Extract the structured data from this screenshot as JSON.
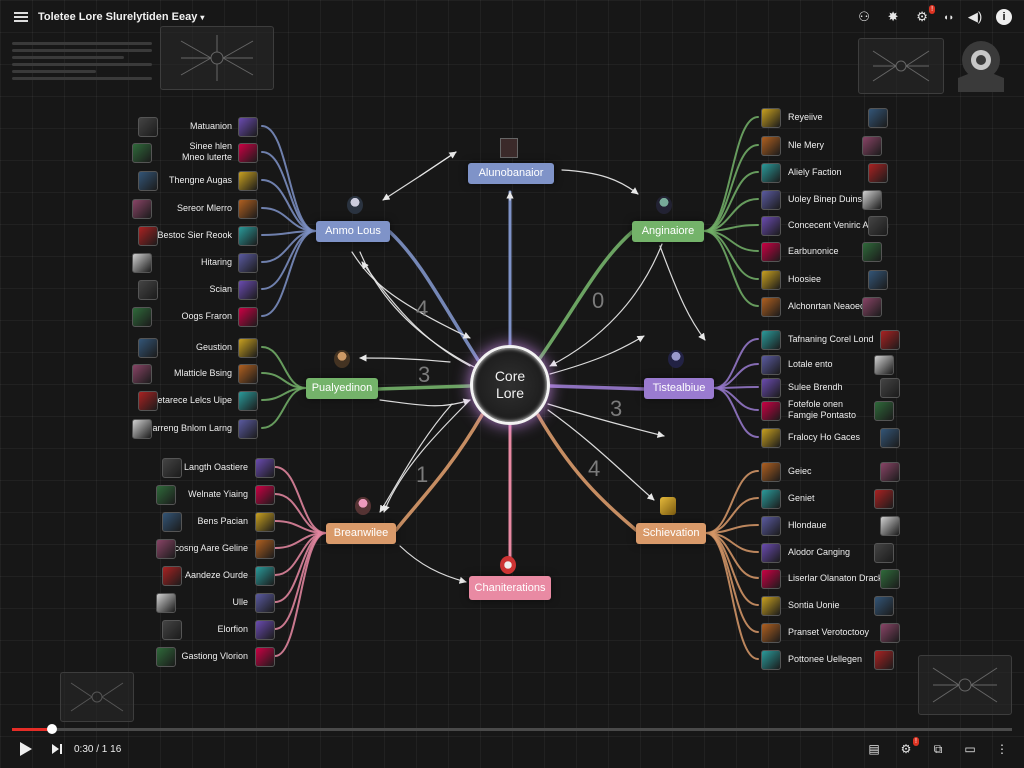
{
  "video": {
    "title": "Toletee Lore Slurelytiden Eeay",
    "elapsed": "0:30 / 1 16",
    "progress_fraction": 0.04
  },
  "core": {
    "line1": "Core",
    "line2": "Lore"
  },
  "hubs": {
    "top": "Alunobanaior",
    "left_upper": "Anmo Lous",
    "right_upper": "Anginaiore",
    "left_middle": "Pualyedinon",
    "right_middle": "Tistealbiue",
    "left_lower": "Breanwilee",
    "right_lower": "Schievation",
    "bottom": "Chaniterations"
  },
  "weights": [
    "4",
    "0",
    "3",
    "3",
    "1",
    "4"
  ],
  "leaves": {
    "left_upper": [
      "Matuanion",
      "Sinee hlen",
      "Mneo luterte",
      "Thengne Augas",
      "Sereor Mlerro",
      "Bestoc Sier Reook",
      "Hitaring",
      "Scian",
      "Oogs Fraron"
    ],
    "left_middle": [
      "Geustion",
      "Mlatticle Bsing",
      "Cetarece Lelcs Uipe",
      "Dharreng Bnlom Larng"
    ],
    "left_lower": [
      "Langth Oastiere",
      "Welnate Yiaing",
      "Bens Pacian",
      "Vlcosng Aare Geline",
      "Aandeze Ourde",
      "Ulle",
      "Elorfion",
      "Gastiong Vlorion"
    ],
    "right_upper": [
      "Reyeiive",
      "Nle Mery",
      "Aliely Faction",
      "Uoley Binep Duins",
      "Concecent Veniric Abdon",
      "Earbunonice",
      "Hoosiee",
      "Alchonrtan Neaoec"
    ],
    "right_middle": [
      "Tafnaning Corel Lond",
      "Lotale ento",
      "Sulee Brendh",
      "Fotefole onen",
      "Famgie Pontasto",
      "Fralocy Ho Gaces"
    ],
    "right_lower": [
      "Geiec",
      "Geniet",
      "Hlondaue",
      "Alodor Canging",
      "Liserlar Olanaton Drack",
      "Sontia Uonie",
      "Pranset Verotoctooy",
      "Pottonee Uellegen"
    ]
  },
  "colors": {
    "blue": "#7f93c8",
    "green": "#74b36a",
    "purple": "#9a7bd0",
    "orange": "#d99a6a",
    "pink": "#e98aa3",
    "core_glow": "#e6a0ff",
    "progress": "#e52d27"
  }
}
